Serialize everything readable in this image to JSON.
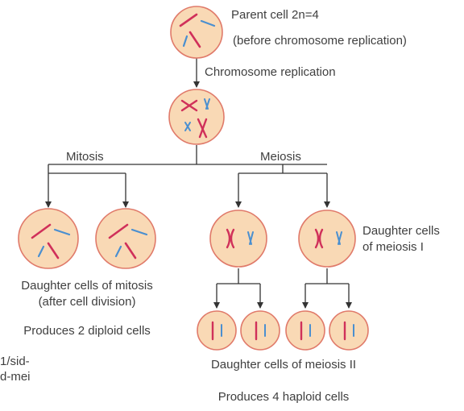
{
  "labels": {
    "parent_cell": "Parent cell 2n=4",
    "before_replication": "(before chromosome replication)",
    "chromosome_replication": "Chromosome replication",
    "mitosis": "Mitosis",
    "meiosis": "Meiosis",
    "daughter_meiosis_i_line1": "Daughter cells",
    "daughter_meiosis_i_line2": "of meiosis I",
    "daughter_mitosis_line1": "Daughter cells of mitosis",
    "daughter_mitosis_line2": "(after cell division)",
    "produces_diploid": "Produces 2 diploid cells",
    "daughter_meiosis_ii": "Daughter cells of meiosis II",
    "produces_haploid": "Produces 4 haploid cells",
    "cropped_text_line1": "1/sid-",
    "cropped_text_line2": "d-mei"
  },
  "colors": {
    "cell_fill": "#f9d9b5",
    "cell_border": "#e07a6a",
    "chromosome_red": "#d0305a",
    "chromosome_blue": "#4a8fd0",
    "arrow": "#333333",
    "text": "#3f3f3f"
  }
}
